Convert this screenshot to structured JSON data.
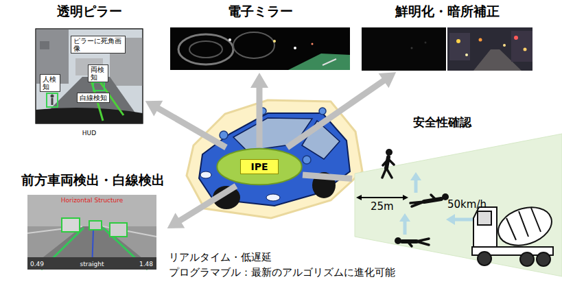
{
  "diagram": {
    "nodes": [
      {
        "text": [
          "透明ピラー",
          "HUD"
        ]
      },
      {
        "text": [
          "ピラーに死角画像"
        ],
        "in": 0
      },
      {
        "text": [
          "両検知"
        ],
        "in": 0
      },
      {
        "text": [
          "人検知"
        ],
        "in": 0
      },
      {
        "text": [
          "白線検知"
        ],
        "in": 0
      },
      {
        "text": [
          "電子ミラー"
        ]
      },
      {
        "text": [
          "鮮明化・暗所補正"
        ]
      },
      {
        "text": [
          "IPE"
        ]
      },
      {
        "text": [
          "前方車両検出・白線検出"
        ]
      },
      {
        "text": [
          "安全性確認"
        ]
      }
    ],
    "edges": [
      {
        "from": 7,
        "to": 0,
        "arrow": "to"
      },
      {
        "from": 7,
        "to": 5,
        "arrow": "to"
      },
      {
        "from": 7,
        "to": 6,
        "arrow": "to"
      },
      {
        "from": 7,
        "to": 8,
        "arrow": "to"
      },
      {
        "from": 7,
        "to": 9,
        "arrow": "none"
      }
    ],
    "labels": [
      "Horizontal Structure",
      "straight",
      "0.49",
      "1.48",
      "25m",
      "50km/h",
      "リアルタイム・低遅延",
      "プログラマブル：最新のアルゴリズムに進化可能"
    ]
  }
}
